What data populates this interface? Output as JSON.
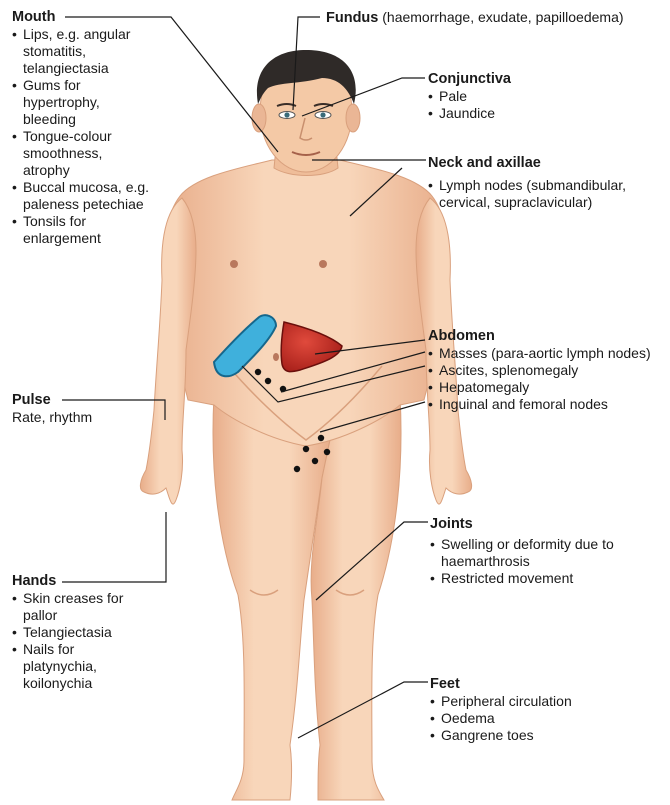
{
  "labels": {
    "mouth": {
      "heading": "Mouth",
      "items": [
        "Lips, e.g. angular stomatitis, telangiectasia",
        "Gums for hypertrophy, bleeding",
        "Tongue-colour smoothness, atrophy",
        "Buccal mucosa, e.g. paleness petechiae",
        "Tonsils for enlargement"
      ]
    },
    "fundus": {
      "heading": "Fundus",
      "detail": "(haemorrhage, exudate, papilloedema)"
    },
    "conjunctiva": {
      "heading": "Conjunctiva",
      "items": [
        "Pale",
        "Jaundice"
      ]
    },
    "neck": {
      "heading": "Neck and axillae",
      "items": [
        "Lymph nodes (submandibular, cervical, supraclavicular)"
      ]
    },
    "abdomen": {
      "heading": "Abdomen",
      "items": [
        "Masses (para-aortic lymph nodes)",
        "Ascites, splenomegaly",
        "Hepatomegaly",
        "Inguinal and femoral nodes"
      ]
    },
    "pulse": {
      "heading": "Pulse",
      "detail": "Rate, rhythm"
    },
    "joints": {
      "heading": "Joints",
      "items": [
        "Swelling or deformity due to haemarthrosis",
        "Restricted movement"
      ]
    },
    "hands": {
      "heading": "Hands",
      "items": [
        "Skin creases for pallor",
        "Telangiectasia",
        "Nails for platynychia, koilonychia"
      ]
    },
    "feet": {
      "heading": "Feet",
      "items": [
        "Peripheral circulation",
        "Oedema",
        "Gangrene toes"
      ]
    }
  },
  "colors": {
    "skin": "#f4c9a6",
    "skin_shadow": "#e2a986",
    "hair": "#2f2a28",
    "liver": "#c42a22",
    "spleen": "#3fb0dc",
    "leader_line": "#1a1a1a"
  }
}
